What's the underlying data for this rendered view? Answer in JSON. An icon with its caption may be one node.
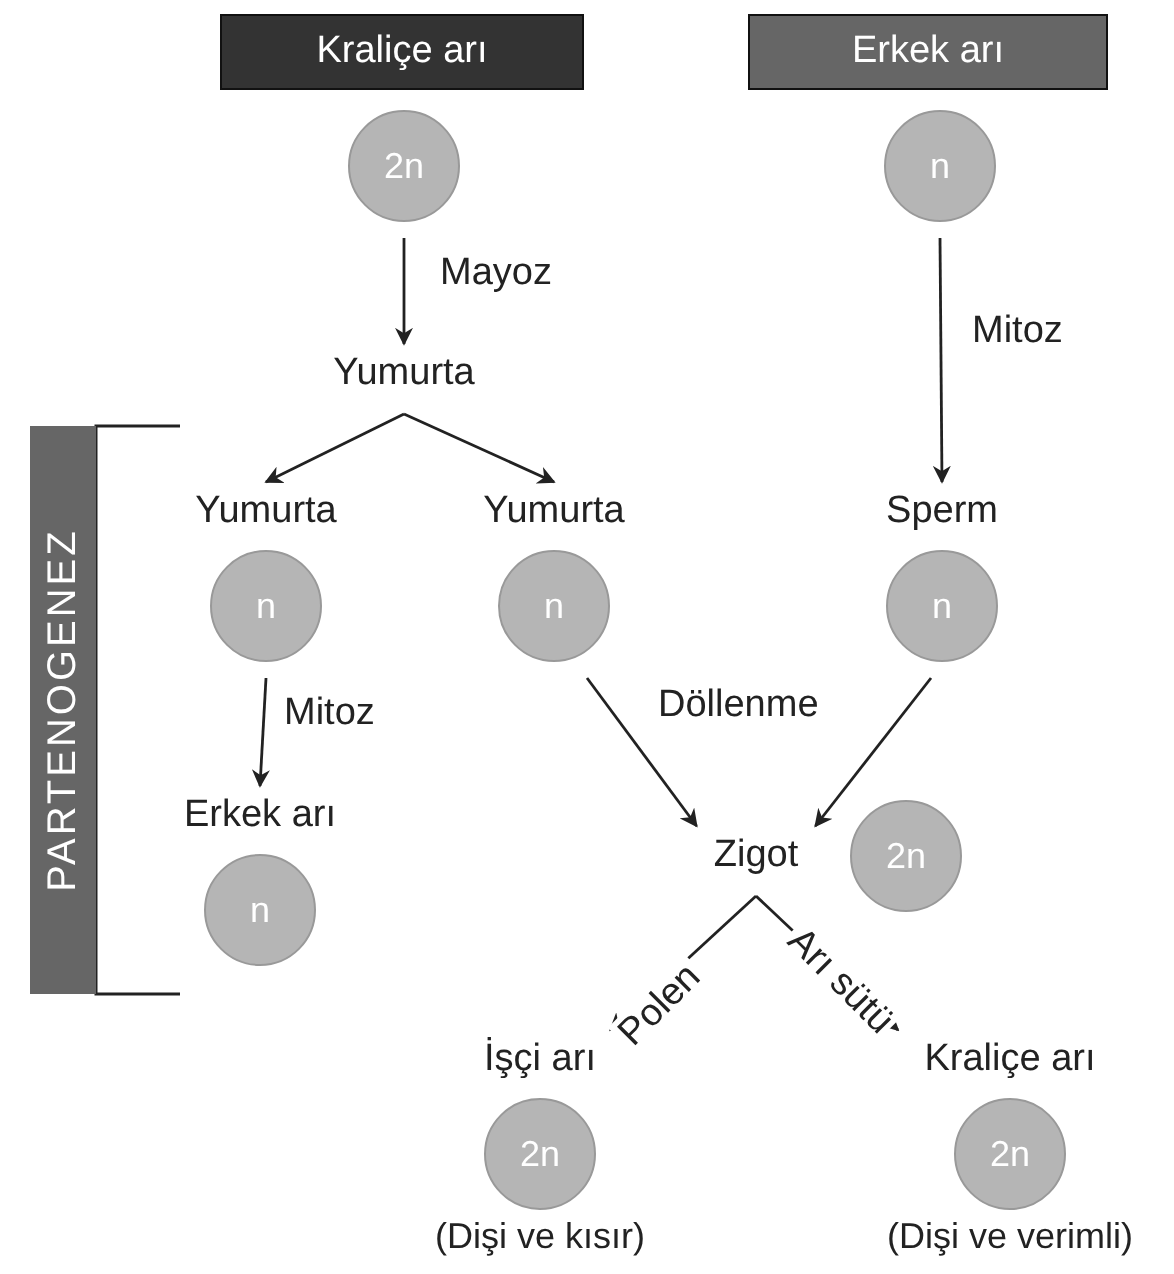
{
  "diagram": {
    "nodes": [
      {
        "text": [
          "Kraliçe arı"
        ]
      },
      {
        "text": [
          "2n"
        ]
      },
      {
        "text": [
          "Yumurta"
        ]
      },
      {
        "text": [
          "PARTENOGENEZ"
        ]
      },
      {
        "text": [
          "Yumurta",
          "n"
        ]
      },
      {
        "text": [
          "Yumurta",
          "n"
        ]
      },
      {
        "text": [
          "Erkek arı"
        ]
      },
      {
        "text": [
          "n"
        ]
      },
      {
        "text": [
          "Sperm",
          "n"
        ]
      },
      {
        "text": [
          "Erkek arı",
          "n"
        ]
      },
      {
        "text": [
          "Zigot"
        ]
      },
      {
        "text": [
          "2n"
        ]
      },
      {
        "text": [
          "İşçi arı",
          "2n"
        ],
        "beside": [
          "(Dişi ve kısır)"
        ]
      },
      {
        "text": [
          "Kraliçe arı",
          "2n"
        ],
        "beside": [
          "(Dişi ve verimli)"
        ]
      }
    ],
    "edges": [
      {
        "from": 1,
        "to": 2,
        "arrow": "to",
        "label": "Mayoz"
      },
      {
        "from": 2,
        "to": 4,
        "arrow": "to"
      },
      {
        "from": 2,
        "to": 5,
        "arrow": "to"
      },
      {
        "from": 7,
        "to": 8,
        "arrow": "to",
        "label": "Mitoz"
      },
      {
        "from": 4,
        "to": 9,
        "arrow": "to",
        "label": "Mitoz"
      },
      {
        "from": 5,
        "to": 10,
        "arrow": "to"
      },
      {
        "from": 8,
        "to": 10,
        "arrow": "to"
      },
      {
        "from": 10,
        "to": 12,
        "arrow": "to",
        "label": "Polen"
      },
      {
        "from": 10,
        "to": 13,
        "arrow": "to",
        "label": "Arı sütü"
      }
    ],
    "labels": [
      "Döllenme"
    ]
  }
}
